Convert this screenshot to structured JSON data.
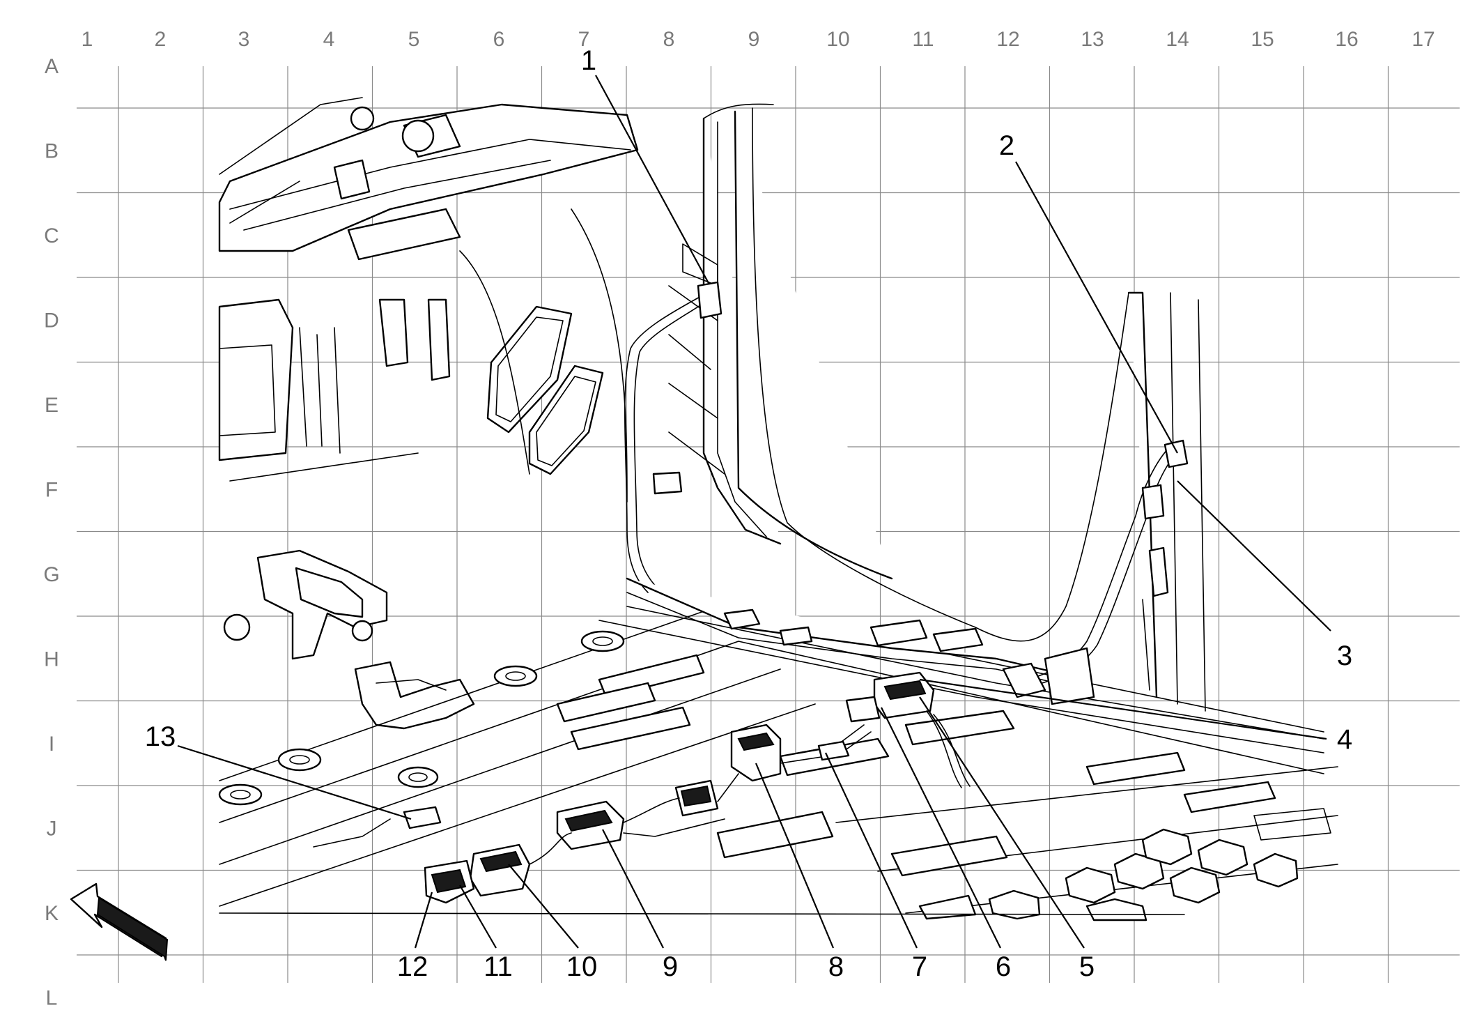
{
  "columns": [
    "1",
    "2",
    "3",
    "4",
    "5",
    "6",
    "7",
    "8",
    "9",
    "10",
    "11",
    "12",
    "13",
    "14",
    "15",
    "16",
    "17"
  ],
  "rows": [
    "A",
    "B",
    "C",
    "D",
    "E",
    "F",
    "G",
    "H",
    "I",
    "J",
    "K",
    "L"
  ],
  "callouts": [
    "1",
    "2",
    "3",
    "4",
    "5",
    "6",
    "7",
    "8",
    "9",
    "10",
    "11",
    "12",
    "13"
  ],
  "direction_arrow": "front-direction-arrow"
}
